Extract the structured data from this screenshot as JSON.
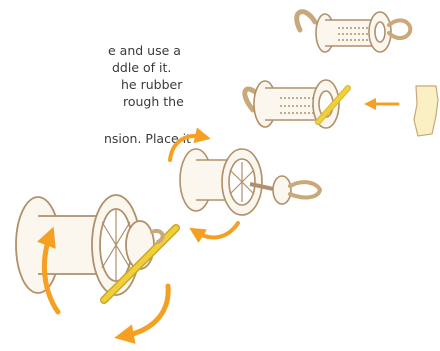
{
  "instructions": {
    "lines": [
      "e and use a",
      "ddle of it.",
      "he rubber",
      "rough the",
      "nsion. Place it"
    ]
  },
  "colors": {
    "arrow": "#f5a023",
    "outline": "#b0906a",
    "spool_fill": "#fbf7ee",
    "rubber_band": "#d9c29a",
    "stick": "#f0cf3a",
    "tape": "#fbefc4"
  },
  "icons": {
    "spool": "thread-spool-icon",
    "rotate_arrow": "curved-arrow-icon",
    "insert_arrow": "left-arrow-icon",
    "tape": "tape-strip-icon"
  }
}
